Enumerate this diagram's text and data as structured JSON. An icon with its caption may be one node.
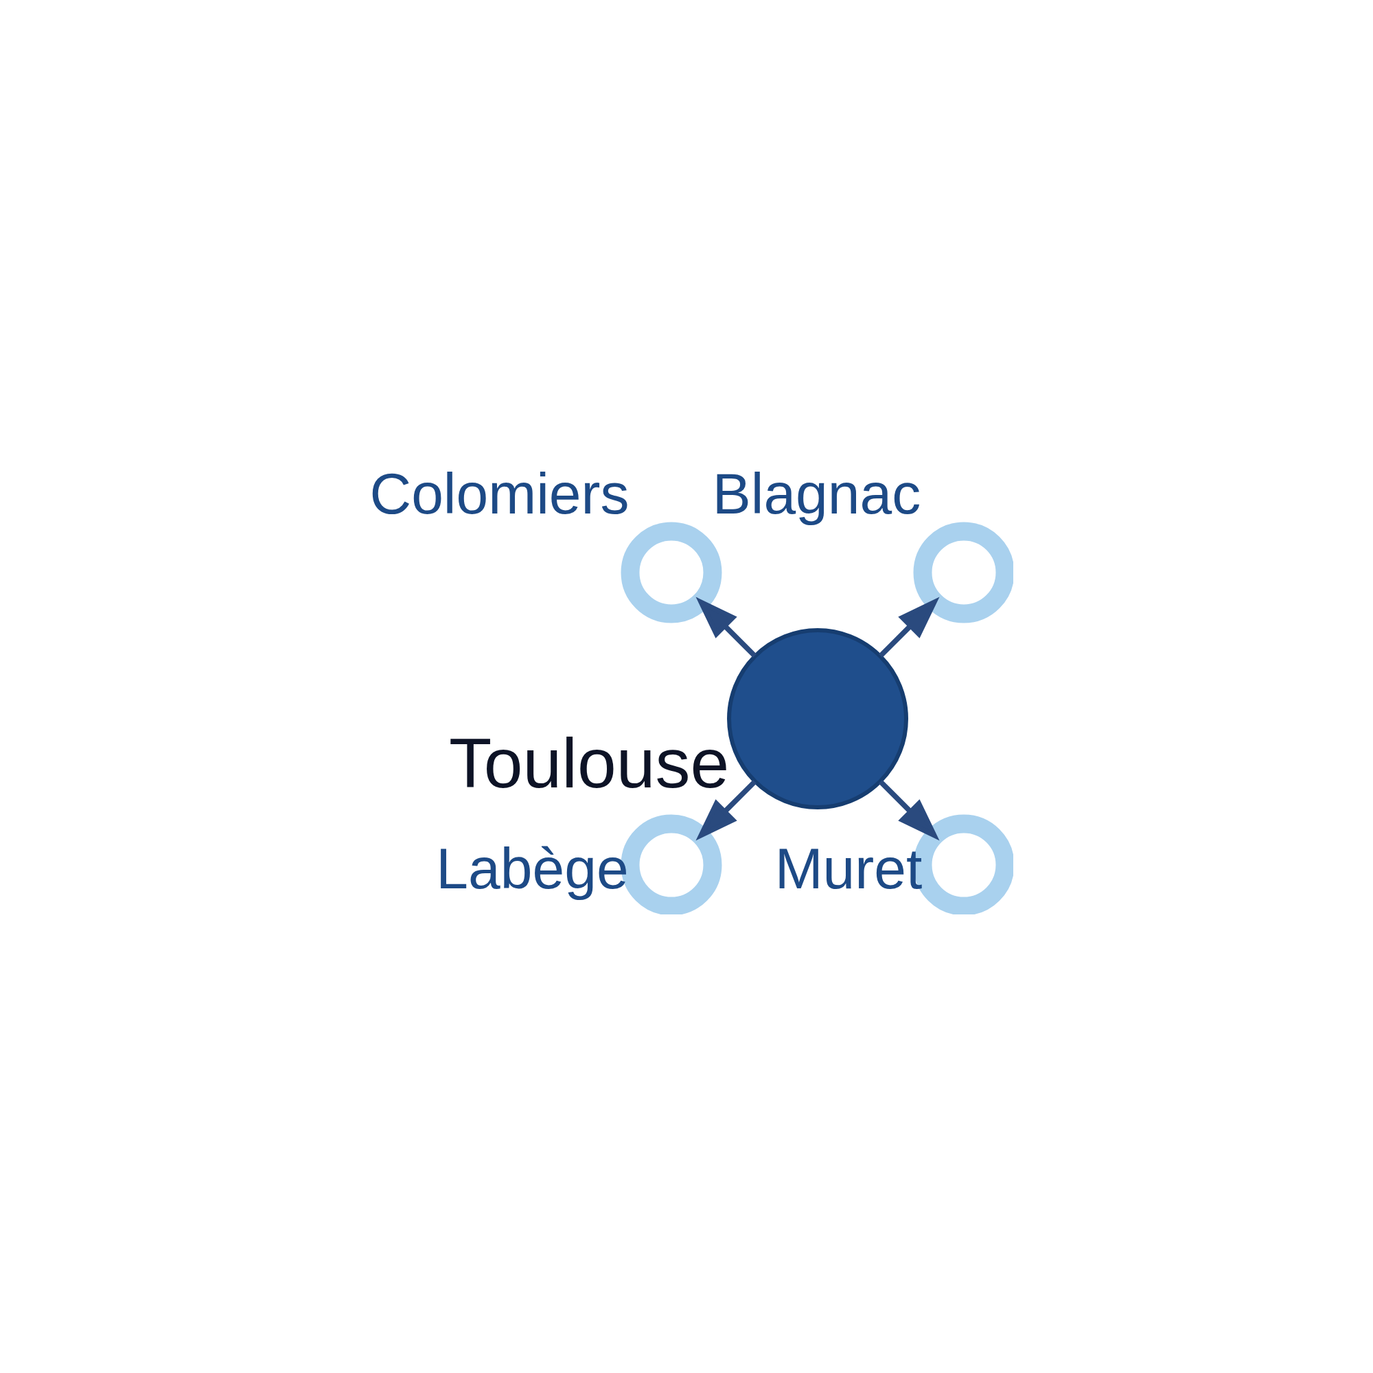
{
  "diagram": {
    "nodes": [
      {
        "text": [
          "Toulouse"
        ]
      },
      {
        "text": [
          "Blagnac"
        ]
      },
      {
        "text": [
          "Colomiers"
        ]
      },
      {
        "text": [
          "Labège"
        ]
      },
      {
        "text": [
          "Muret"
        ]
      }
    ],
    "edges": [
      {
        "from": 0,
        "to": 1,
        "arrow": "to"
      },
      {
        "from": 0,
        "to": 2,
        "arrow": "to"
      },
      {
        "from": 0,
        "to": 3,
        "arrow": "to"
      },
      {
        "from": 0,
        "to": 4,
        "arrow": "to"
      }
    ]
  }
}
